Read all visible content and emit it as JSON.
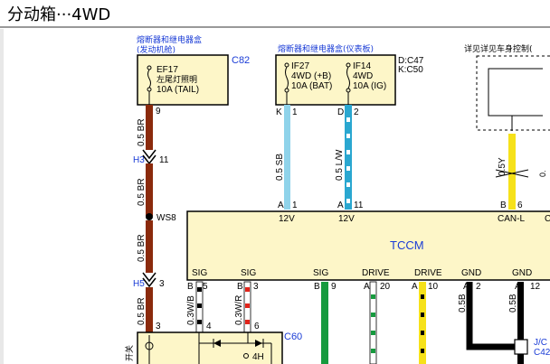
{
  "title": "分动箱···4WD",
  "fuse_box_left": {
    "header1": "熔断器和继电器盒",
    "header2": "(发动机舱)",
    "connector": "C82",
    "fuse": {
      "name": "EF17",
      "desc": "左尾灯照明",
      "rating": "10A (TAIL)"
    },
    "pin": "9"
  },
  "fuse_box_right": {
    "header": "熔断器和继电器盒(仪表板)",
    "conn1": "D:C47",
    "conn2": "K:C50",
    "fuse1": {
      "name": "IF27",
      "line2": "4WD (+B)",
      "rating": "10A (BAT)"
    },
    "fuse2": {
      "name": "IF14",
      "line2": "4WD",
      "rating": "10A (IG)"
    },
    "pin_k_letter": "K",
    "pin_k": "1",
    "pin_d_letter": "D",
    "pin_d": "2"
  },
  "see_body": {
    "label": "详见详见车身控制("
  },
  "wires": {
    "w1": "0.5 BR",
    "w2": "0.5 BR",
    "w3": "0.5 BR",
    "w4": "0.5 BR",
    "sb": "0.5 SB",
    "lw": "0.5 L/W",
    "y": "0.5Y",
    "wb": "0.3W/B",
    "wr": "0.3W/R",
    "b1": "0.5B",
    "b2": "0.5B"
  },
  "junctions": {
    "h3": "H3",
    "h3_pin": "11",
    "ws8": "WS8",
    "h5": "H5",
    "h5_pin": "3"
  },
  "tccm": {
    "name": "TCCM",
    "top_pins": [
      {
        "letter": "A",
        "num": "1",
        "label": "12V"
      },
      {
        "letter": "A",
        "num": "11",
        "label": "12V"
      },
      {
        "letter": "B",
        "num": "6",
        "label": "CAN-L"
      },
      {
        "letter": "",
        "num": "",
        "label": "C"
      }
    ],
    "bottom_labels": [
      "SIG",
      "SIG",
      "SIG",
      "DRIVE",
      "DRIVE",
      "GND",
      "GND"
    ],
    "bottom_pins": [
      {
        "letter": "B",
        "num": "5"
      },
      {
        "letter": "B",
        "num": "3"
      },
      {
        "letter": "B",
        "num": "9"
      },
      {
        "letter": "A",
        "num": "20"
      },
      {
        "letter": "A",
        "num": "10"
      },
      {
        "letter": "A",
        "num": "2"
      },
      {
        "letter": "A",
        "num": "12"
      }
    ]
  },
  "c60": {
    "connector": "C60",
    "pin4": "4",
    "pin6": "6",
    "pin3": "3",
    "label": "4H",
    "side_text": "开关"
  },
  "jc": {
    "line1": "J/C",
    "line2": "C42"
  },
  "colors": {
    "brown": "#8b2a0c",
    "sky": "#8fd3ea",
    "lightblue": "#2aa7d0",
    "yellow": "#f6e11a",
    "green": "#169a3e",
    "box_fill": "#fdf6c8",
    "blue_text": "#1a3cd6"
  }
}
